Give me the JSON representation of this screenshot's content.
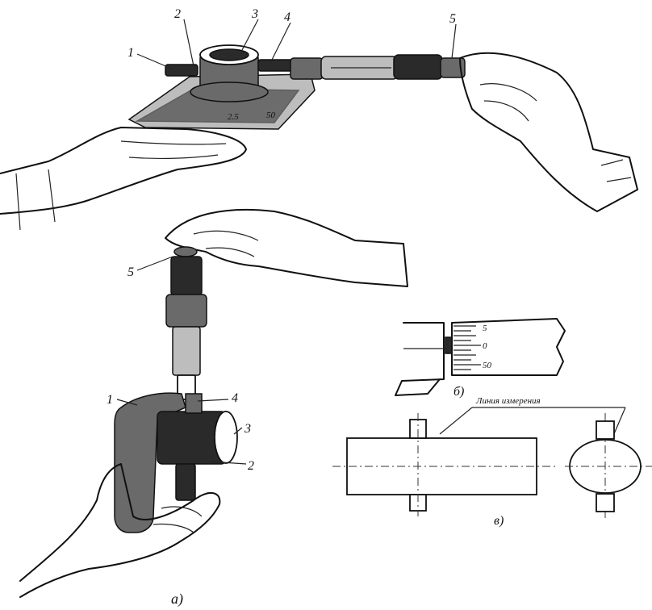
{
  "top_view": {
    "callouts": [
      "1",
      "2",
      "3",
      "4",
      "5"
    ],
    "scale_marks": [
      "2.5",
      "50"
    ]
  },
  "bottom_view": {
    "callouts": [
      "5",
      "1",
      "4",
      "3",
      "2"
    ],
    "caption": "а)"
  },
  "detail_b": {
    "scale_digits": [
      "5",
      "0",
      "50"
    ],
    "caption": "б)"
  },
  "detail_v": {
    "note": "Линия измерения",
    "caption": "в)"
  }
}
